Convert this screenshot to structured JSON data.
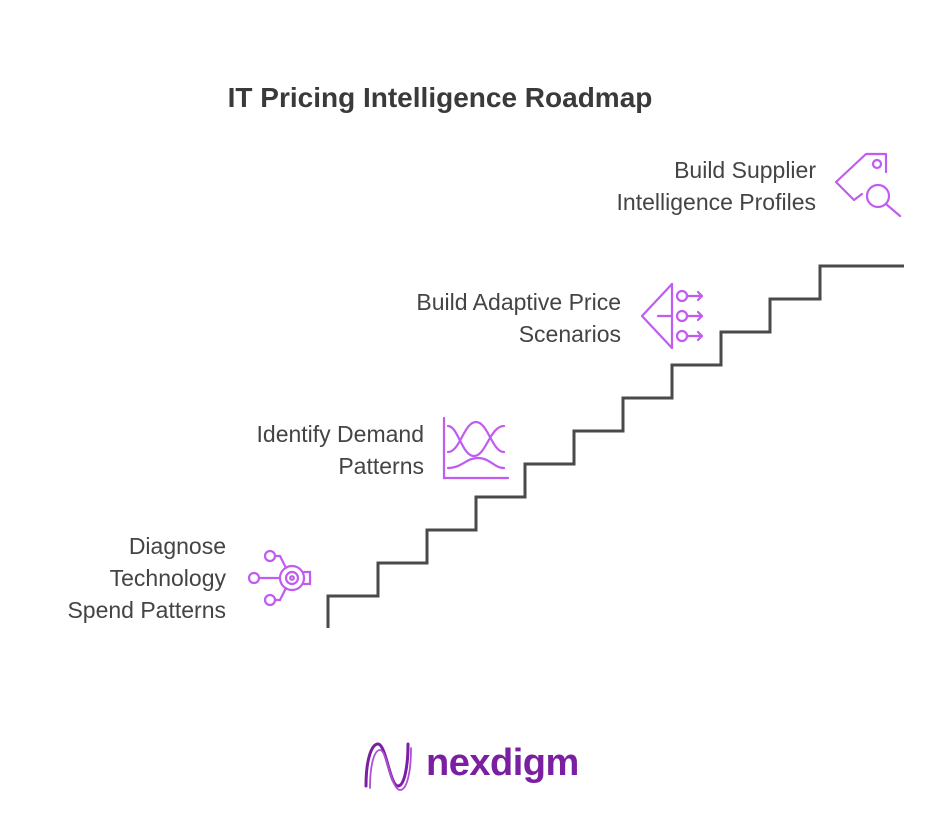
{
  "title": "IT Pricing Intelligence Roadmap",
  "steps": [
    {
      "lines": [
        "Diagnose",
        "Technology",
        "Spend Patterns"
      ],
      "icon": "circuit-target-icon"
    },
    {
      "lines": [
        "Identify Demand",
        "Patterns"
      ],
      "icon": "wave-chart-icon"
    },
    {
      "lines": [
        "Build Adaptive Price",
        "Scenarios"
      ],
      "icon": "decision-branch-icon"
    },
    {
      "lines": [
        "Build Supplier",
        "Intelligence Profiles"
      ],
      "icon": "price-tag-search-icon"
    }
  ],
  "logo": {
    "text": "nexdigm"
  },
  "colors": {
    "accent": "#c15cf0",
    "stairs": "#4a4a4a",
    "brand": "#7a1fa2"
  }
}
